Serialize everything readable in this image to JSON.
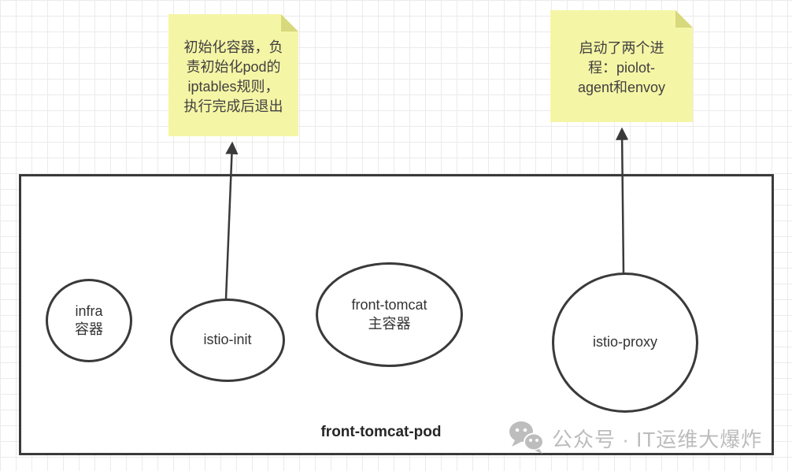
{
  "pod": {
    "label": "front-tomcat-pod",
    "containers": [
      {
        "id": "infra",
        "label": "infra\n容器"
      },
      {
        "id": "istio-init",
        "label": "istio-init"
      },
      {
        "id": "front-tomcat",
        "label": "front-tomcat\n主容器"
      },
      {
        "id": "istio-proxy",
        "label": "istio-proxy"
      }
    ]
  },
  "notes": {
    "init_note": {
      "text": "初始化容器，负\n责初始化pod的\niptables规则，\n执行完成后退出",
      "points_to": "istio-init"
    },
    "proxy_note": {
      "text": "启动了两个进\n程：piolot-\nagent和envoy",
      "points_to": "istio-proxy"
    }
  },
  "watermark": {
    "icon": "wechat-icon",
    "text": "公众号 · IT运维大爆炸"
  },
  "colors": {
    "stroke": "#3a3a3a",
    "note_bg": "#f5f5a6",
    "note_fold": "#d8d87c",
    "watermark_gray": "#bcbcbc",
    "grid_line": "#ebebeb"
  }
}
